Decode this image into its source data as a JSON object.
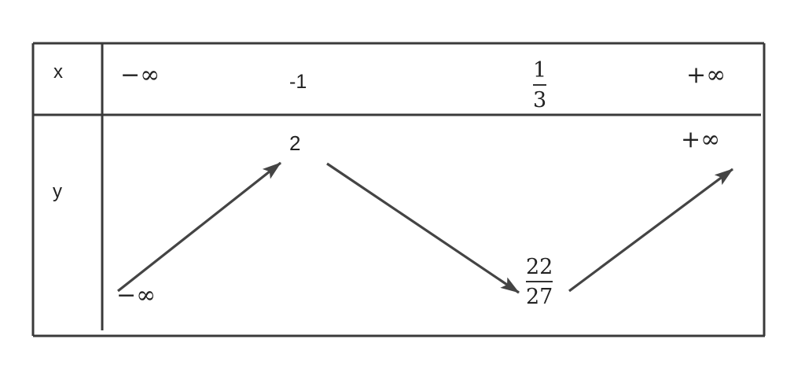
{
  "table": {
    "row_labels": {
      "x": "x",
      "y": "y"
    },
    "x_row": {
      "minus_inf": "−∞",
      "crit1": "-1",
      "crit2": {
        "numerator": "1",
        "denominator": "3"
      },
      "plus_inf": "+∞"
    },
    "y_row": {
      "start": "−∞",
      "local_max": "2",
      "local_min": {
        "numerator": "22",
        "denominator": "27"
      },
      "end": "+∞"
    },
    "arrows": [
      {
        "direction": "increasing",
        "from": "−∞",
        "to": "2"
      },
      {
        "direction": "decreasing",
        "from": "2",
        "to": "22/27"
      },
      {
        "direction": "increasing",
        "from": "22/27",
        "to": "+∞"
      }
    ],
    "colors": {
      "line": "#3a3a3a",
      "text": "#222222",
      "arrow": "#444444"
    }
  }
}
